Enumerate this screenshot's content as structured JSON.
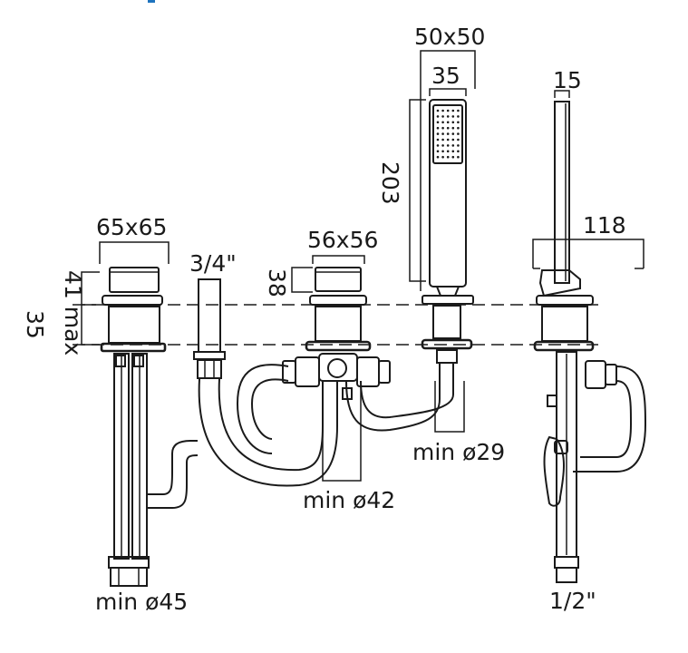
{
  "header": {
    "accent_color": "#1e73be"
  },
  "dimensions": {
    "lever_top": "65x65",
    "lever_heights_a": "41 max",
    "lever_heights_b": "35",
    "tap_size": "3/4\"",
    "diverter_top": "56x56",
    "diverter_height": "38",
    "handset_outer": "50x50",
    "handset_inner": "35",
    "handset_length": "203",
    "side_thickness": "15",
    "side_reach": "118",
    "min_hole_29": "min ø29",
    "min_hole_42": "min ø42",
    "min_hole_45": "min ø45",
    "inlet_size": "1/2\""
  }
}
